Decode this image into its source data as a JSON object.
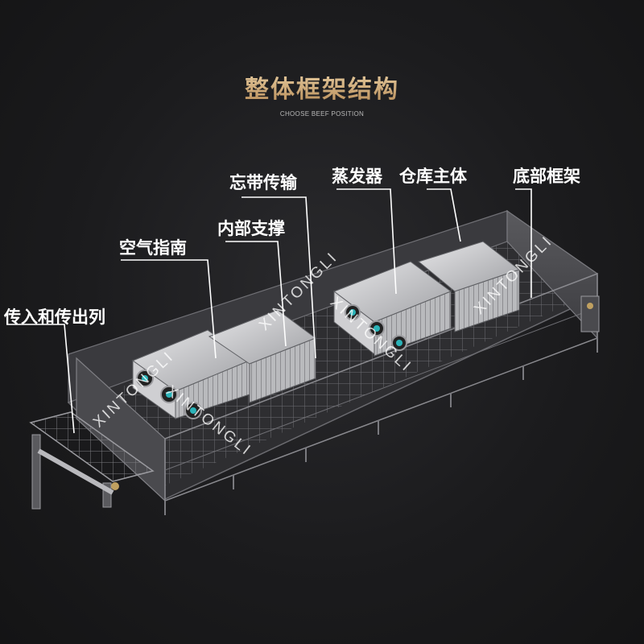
{
  "title": "整体框架结构",
  "subtitle": "CHOOSE BEEF POSITION",
  "labels": {
    "in_out_conveyor": "传入和传出列",
    "air_guide": "空气指南",
    "internal_support": "内部支撑",
    "mesh_belt": "忘带传输",
    "evaporator": "蒸发器",
    "warehouse_body": "仓库主体",
    "bottom_frame": "底部框架"
  },
  "watermark": "XINTONGLI",
  "colors": {
    "title_gold": "#c9a678",
    "background": "#1b1b1d",
    "fan_teal": "#2bb3b8"
  }
}
